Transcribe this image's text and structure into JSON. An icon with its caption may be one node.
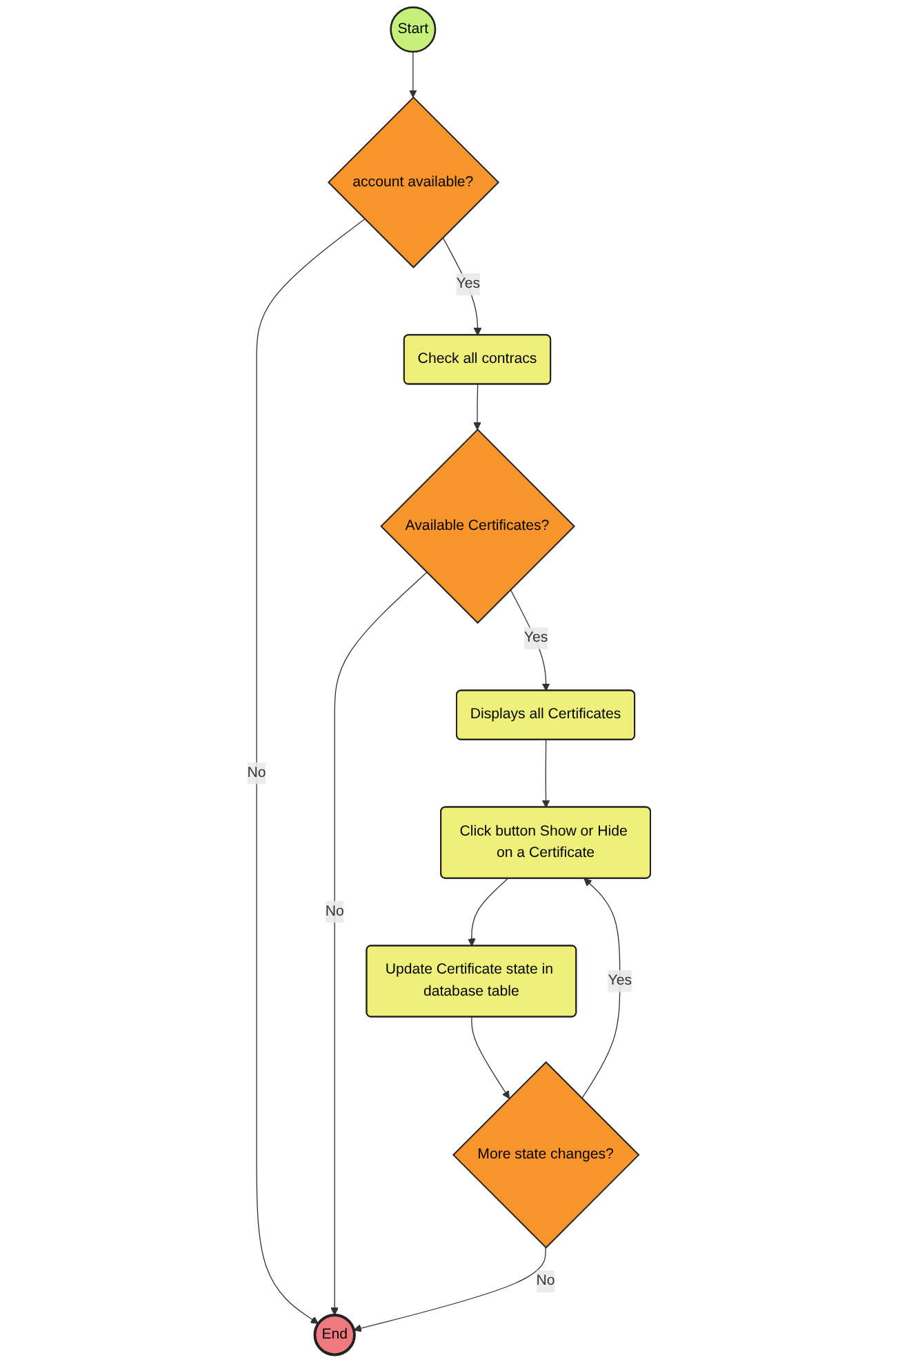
{
  "diagram": {
    "nodes": [
      {
        "text": [
          "Start"
        ]
      },
      {
        "text": [
          "account available?"
        ]
      },
      {
        "text": [
          "Check all contracs"
        ]
      },
      {
        "text": [
          "Available Certificates?"
        ]
      },
      {
        "text": [
          "Displays all Certificates"
        ]
      },
      {
        "text": [
          "Click button Show or Hide on a Certificate"
        ]
      },
      {
        "text": [
          "Update Certificate state in database table"
        ]
      },
      {
        "text": [
          "More state changes?"
        ]
      },
      {
        "text": [
          "End"
        ]
      }
    ],
    "edges": [
      {
        "from": 0,
        "to": 1,
        "arrow": "to"
      },
      {
        "from": 1,
        "to": 2,
        "arrow": "to",
        "label": "Yes"
      },
      {
        "from": 1,
        "to": 8,
        "arrow": "to",
        "label": "No"
      },
      {
        "from": 2,
        "to": 3,
        "arrow": "to"
      },
      {
        "from": 3,
        "to": 8,
        "arrow": "to",
        "label": "No"
      },
      {
        "from": 3,
        "to": 4,
        "arrow": "to",
        "label": "Yes"
      },
      {
        "from": 4,
        "to": 5,
        "arrow": "to"
      },
      {
        "from": 5,
        "to": 6,
        "arrow": "to"
      },
      {
        "from": 6,
        "to": 7,
        "arrow": "to"
      },
      {
        "from": 7,
        "to": 5,
        "arrow": "to",
        "label": "Yes"
      },
      {
        "from": 7,
        "to": 8,
        "arrow": "to",
        "label": "No"
      }
    ]
  }
}
